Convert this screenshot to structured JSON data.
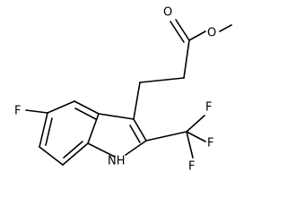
{
  "molecule": {
    "atoms": {
      "O1": "O",
      "O2": "O",
      "F1": "F",
      "F2": "F",
      "F3": "F",
      "F4": "F",
      "NH": "NH"
    }
  }
}
